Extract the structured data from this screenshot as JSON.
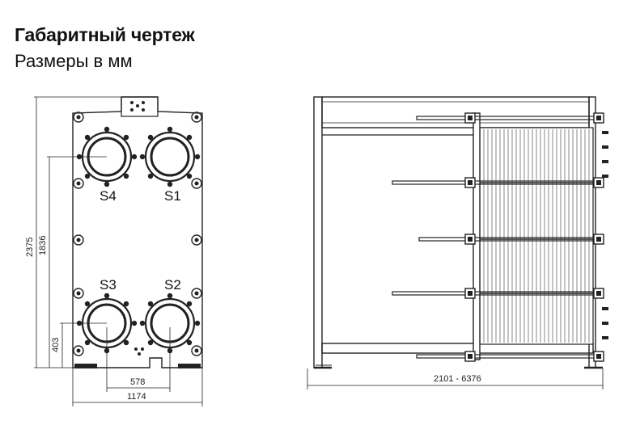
{
  "heading": {
    "title": "Габаритный чертеж",
    "subtitle": "Размеры в мм"
  },
  "front_view": {
    "ports": [
      "S4",
      "S1",
      "S3",
      "S2"
    ],
    "dimensions": {
      "total_height": "2375",
      "port_height": "1836",
      "bottom_port": "403",
      "port_spacing": "578",
      "total_width": "1174"
    }
  },
  "side_view": {
    "length_range": "2101 - 6376"
  }
}
